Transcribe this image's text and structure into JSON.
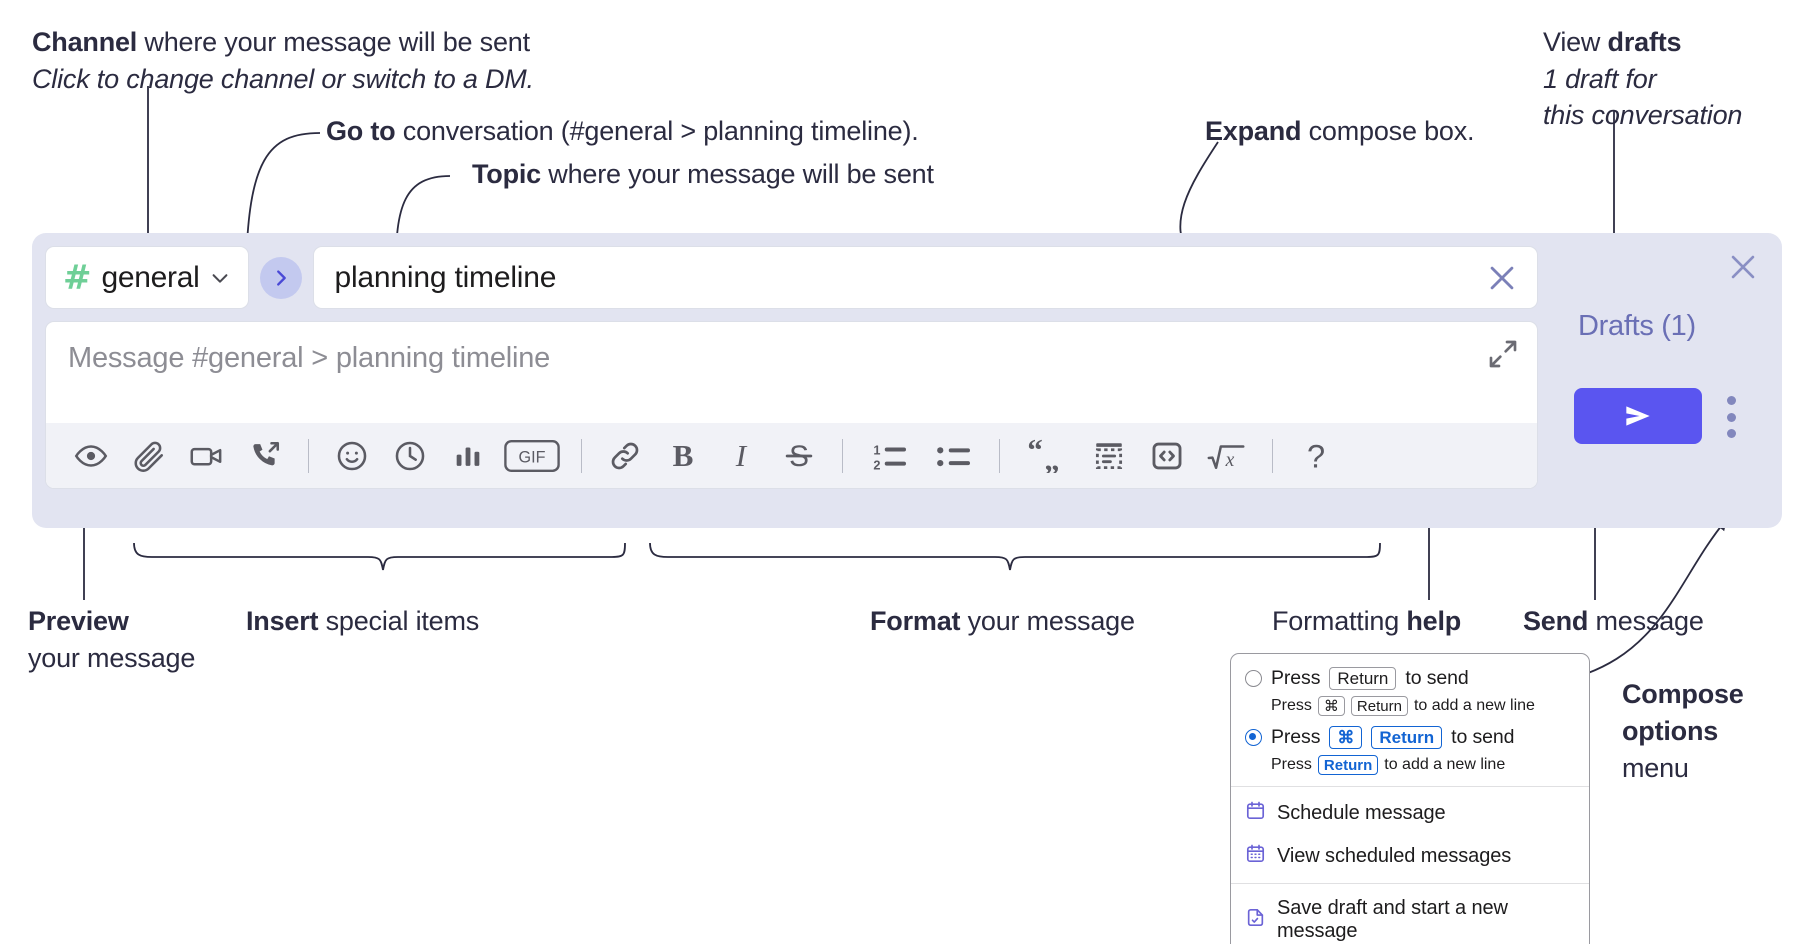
{
  "annotations": {
    "channel_title_bold": "Channel",
    "channel_title_rest": " where your message will be sent",
    "channel_sub": "Click to change channel or switch to a DM.",
    "goto_bold": "Go to",
    "goto_rest": " conversation (#general > planning timeline).",
    "topic_bold": "Topic",
    "topic_rest": " where your message will be sent",
    "expand_bold": "Expand",
    "expand_rest": " compose box.",
    "drafts_bold_pre": "View ",
    "drafts_bold": "drafts",
    "drafts_sub_line1": "1 draft for",
    "drafts_sub_line2": "this conversation",
    "preview_bold": "Preview",
    "preview_rest": "your message",
    "insert_bold": "Insert",
    "insert_rest": " special items",
    "format_bold": "Format",
    "format_rest": " your message",
    "help_pre": "Formatting ",
    "help_bold": "help",
    "send_bold": "Send",
    "send_rest": " message",
    "compose_opts_bold_1": "Compose",
    "compose_opts_bold_2": "options",
    "compose_opts_rest": "menu"
  },
  "compose": {
    "channel": {
      "hash": "#",
      "name": "general",
      "chevron_icon": "chevron-down-icon"
    },
    "goto_icon": "chevron-right-icon",
    "topic": {
      "value": "planning timeline",
      "clear_icon": "close-icon"
    },
    "message": {
      "placeholder": "Message #general > planning timeline",
      "expand_icon": "expand-icon"
    },
    "toolbar": [
      {
        "name": "preview-icon",
        "label": "Preview"
      },
      {
        "name": "attachment-icon",
        "label": "Attach file"
      },
      {
        "name": "video-icon",
        "label": "Record video clip"
      },
      {
        "name": "phone-forward-icon",
        "label": "Call"
      },
      {
        "name": "separator",
        "label": ""
      },
      {
        "name": "emoji-icon",
        "label": "Emoji"
      },
      {
        "name": "clock-icon",
        "label": "Reminder"
      },
      {
        "name": "poll-icon",
        "label": "Poll"
      },
      {
        "name": "gif-icon",
        "label": "GIF"
      },
      {
        "name": "separator",
        "label": ""
      },
      {
        "name": "link-icon",
        "label": "Link"
      },
      {
        "name": "bold-icon",
        "label": "B"
      },
      {
        "name": "italic-icon",
        "label": "I"
      },
      {
        "name": "strikethrough-icon",
        "label": "S"
      },
      {
        "name": "separator",
        "label": ""
      },
      {
        "name": "ordered-list-icon",
        "label": "Ordered list"
      },
      {
        "name": "bulleted-list-icon",
        "label": "Bulleted list"
      },
      {
        "name": "separator",
        "label": ""
      },
      {
        "name": "blockquote-icon",
        "label": "Blockquote"
      },
      {
        "name": "code-block-icon",
        "label": "Code block"
      },
      {
        "name": "code-icon",
        "label": "Code"
      },
      {
        "name": "latex-icon",
        "label": "Math"
      },
      {
        "name": "separator",
        "label": ""
      },
      {
        "name": "help-icon",
        "label": "?"
      }
    ],
    "gif_label": "GIF",
    "bold_label": "B",
    "italic_label": "I",
    "strike_label": "S",
    "help_label": "?"
  },
  "panel": {
    "close_icon": "close-icon",
    "drafts_label": "Drafts (1)",
    "send_icon": "send-icon",
    "kebab_icon": "more-vertical-icon"
  },
  "menu": {
    "option1": {
      "selected": false,
      "pre": "Press",
      "key": "Return",
      "post": "to send",
      "sub_pre": "Press",
      "sub_key1": "⌘",
      "sub_key2": "Return",
      "sub_post": "to add a new line"
    },
    "option2": {
      "selected": true,
      "pre": "Press",
      "key1": "⌘",
      "key2": "Return",
      "post": "to send",
      "sub_pre": "Press",
      "sub_key": "Return",
      "sub_post": "to add a new line"
    },
    "items": [
      {
        "icon": "calendar-schedule-icon",
        "label": "Schedule message"
      },
      {
        "icon": "calendar-grid-icon",
        "label": "View scheduled messages"
      },
      {
        "icon": "save-draft-icon",
        "label": "Save draft and start a new message"
      }
    ]
  },
  "colors": {
    "accent": "#5a55f0",
    "panel_bg": "#e2e4f1",
    "hash_green": "#6fcf97",
    "drafts_text": "#6a6fb5",
    "blue_key": "#1264d3",
    "anno_text": "#2b2b40"
  }
}
